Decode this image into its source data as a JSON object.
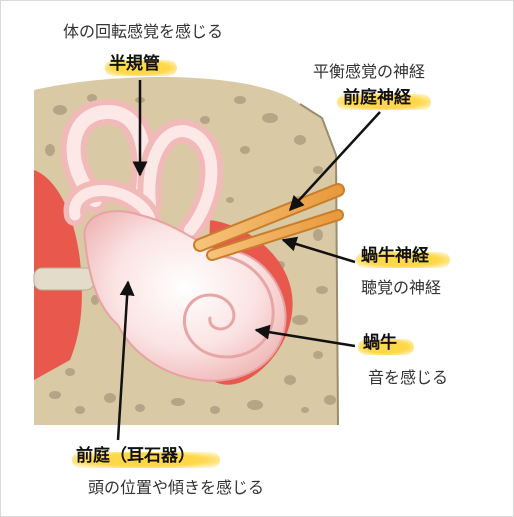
{
  "labels": {
    "semicircular_desc": "体の回転感覚を感じる",
    "semicircular_name": "半規管",
    "vestibular_nerve_desc": "平衡感覚の神経",
    "vestibular_nerve_name": "前庭神経",
    "cochlear_nerve_name": "蝸牛神経",
    "cochlear_nerve_desc": "聴覚の神経",
    "cochlea_name": "蝸牛",
    "cochlea_desc": "音を感じる",
    "vestibule_name": "前庭（耳石器）",
    "vestibule_desc": "頭の位置や傾きを感じる"
  },
  "colors": {
    "highlight": "#ffd84a",
    "bone": "#d9c9a4",
    "tissue": "#e8584d",
    "organ": "#f7c8c8",
    "nerve": "#f0a84c",
    "arrow": "#111111"
  }
}
